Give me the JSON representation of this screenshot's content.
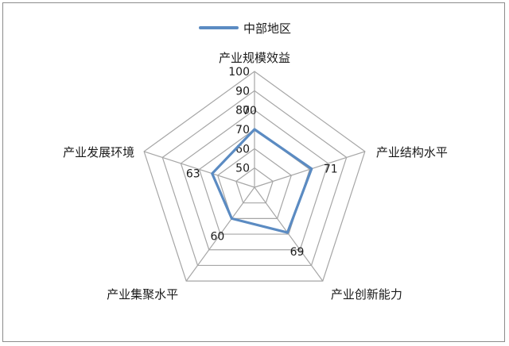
{
  "chart_data": {
    "type": "radar",
    "categories": [
      "产业规模效益",
      "产业结构水平",
      "产业创新能力",
      "产业集聚水平",
      "产业发展环境"
    ],
    "series": [
      {
        "name": "中部地区",
        "values": [
          70,
          71,
          69,
          60,
          63
        ],
        "color": "#5b8bc2"
      }
    ],
    "rlim": [
      40,
      100
    ],
    "ticks": [
      50,
      60,
      70,
      80,
      90,
      100
    ],
    "legend_position": "top",
    "grid": true,
    "grid_color": "#a6a6a6"
  }
}
